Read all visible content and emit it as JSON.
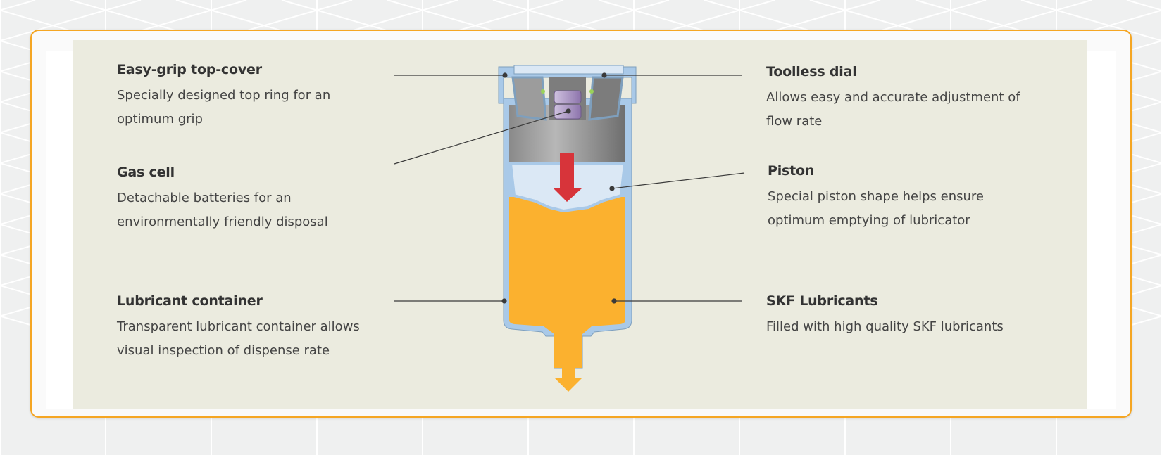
{
  "callouts": {
    "top_cover": {
      "title": "Easy-grip top-cover",
      "desc_lines": [
        "Specially designed top ring for an",
        "optimum grip"
      ]
    },
    "gas_cell": {
      "title": "Gas cell",
      "desc_lines": [
        "Detachable batteries for an",
        "environmentally friendly disposal"
      ]
    },
    "container": {
      "title": "Lubricant container",
      "desc_lines": [
        "Transparent lubricant container allows",
        "visual inspection of dispense rate"
      ]
    },
    "dial": {
      "title": "Toolless dial",
      "desc_lines": [
        "Allows easy and accurate adjustment of",
        "flow rate"
      ]
    },
    "piston": {
      "title": "Piston",
      "desc_lines": [
        "Special piston shape helps ensure",
        "optimum emptying of lubricator"
      ]
    },
    "lubricants": {
      "title": "SKF Lubricants",
      "desc_lines": [
        "Filled with high quality SKF lubricants"
      ]
    }
  },
  "colors": {
    "accent": "#f5a623",
    "lubricant": "#fbb12f",
    "arrow": "#d7343a",
    "shell": "#a9c9e8",
    "panel": "#ebebdf"
  }
}
